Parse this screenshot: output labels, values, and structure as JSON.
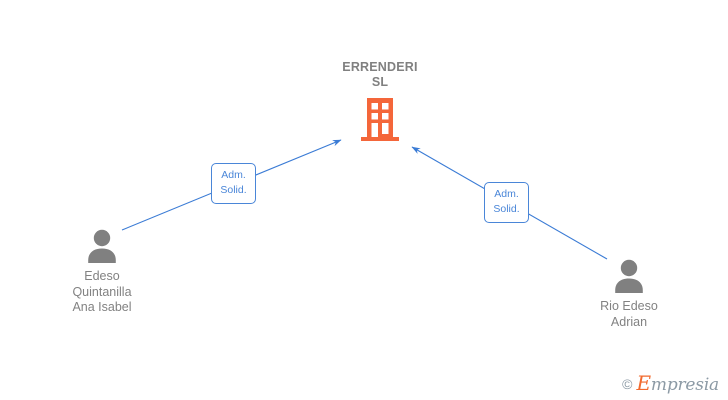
{
  "diagram": {
    "type": "ownership-relationship-graph",
    "background_color": "#ffffff",
    "company": {
      "name": "ERRENDERI\nSL",
      "icon": "office-building-icon",
      "icon_color": "#f4663a",
      "text_color": "#808080"
    },
    "people": [
      {
        "id": "person-left",
        "name": "Edeso\nQuintanilla\nAna Isabel",
        "icon": "person-avatar-icon",
        "icon_color": "#808080",
        "text_color": "#828282"
      },
      {
        "id": "person-right",
        "name": "Rio Edeso\nAdrian",
        "icon": "person-avatar-icon",
        "icon_color": "#808080",
        "text_color": "#828282"
      }
    ],
    "relations": [
      {
        "id": "relation-left",
        "label": "Adm.\nSolid.",
        "from": "person-left",
        "to": "company",
        "color": "#4a86d8"
      },
      {
        "id": "relation-right",
        "label": "Adm.\nSolid.",
        "from": "person-right",
        "to": "company",
        "color": "#4a86d8"
      }
    ]
  },
  "watermark": {
    "copyright": "©",
    "brand_initial": "E",
    "brand_rest": "mpresia",
    "brand_initial_color": "#f26a2e",
    "brand_rest_color": "#8c9aa5"
  }
}
